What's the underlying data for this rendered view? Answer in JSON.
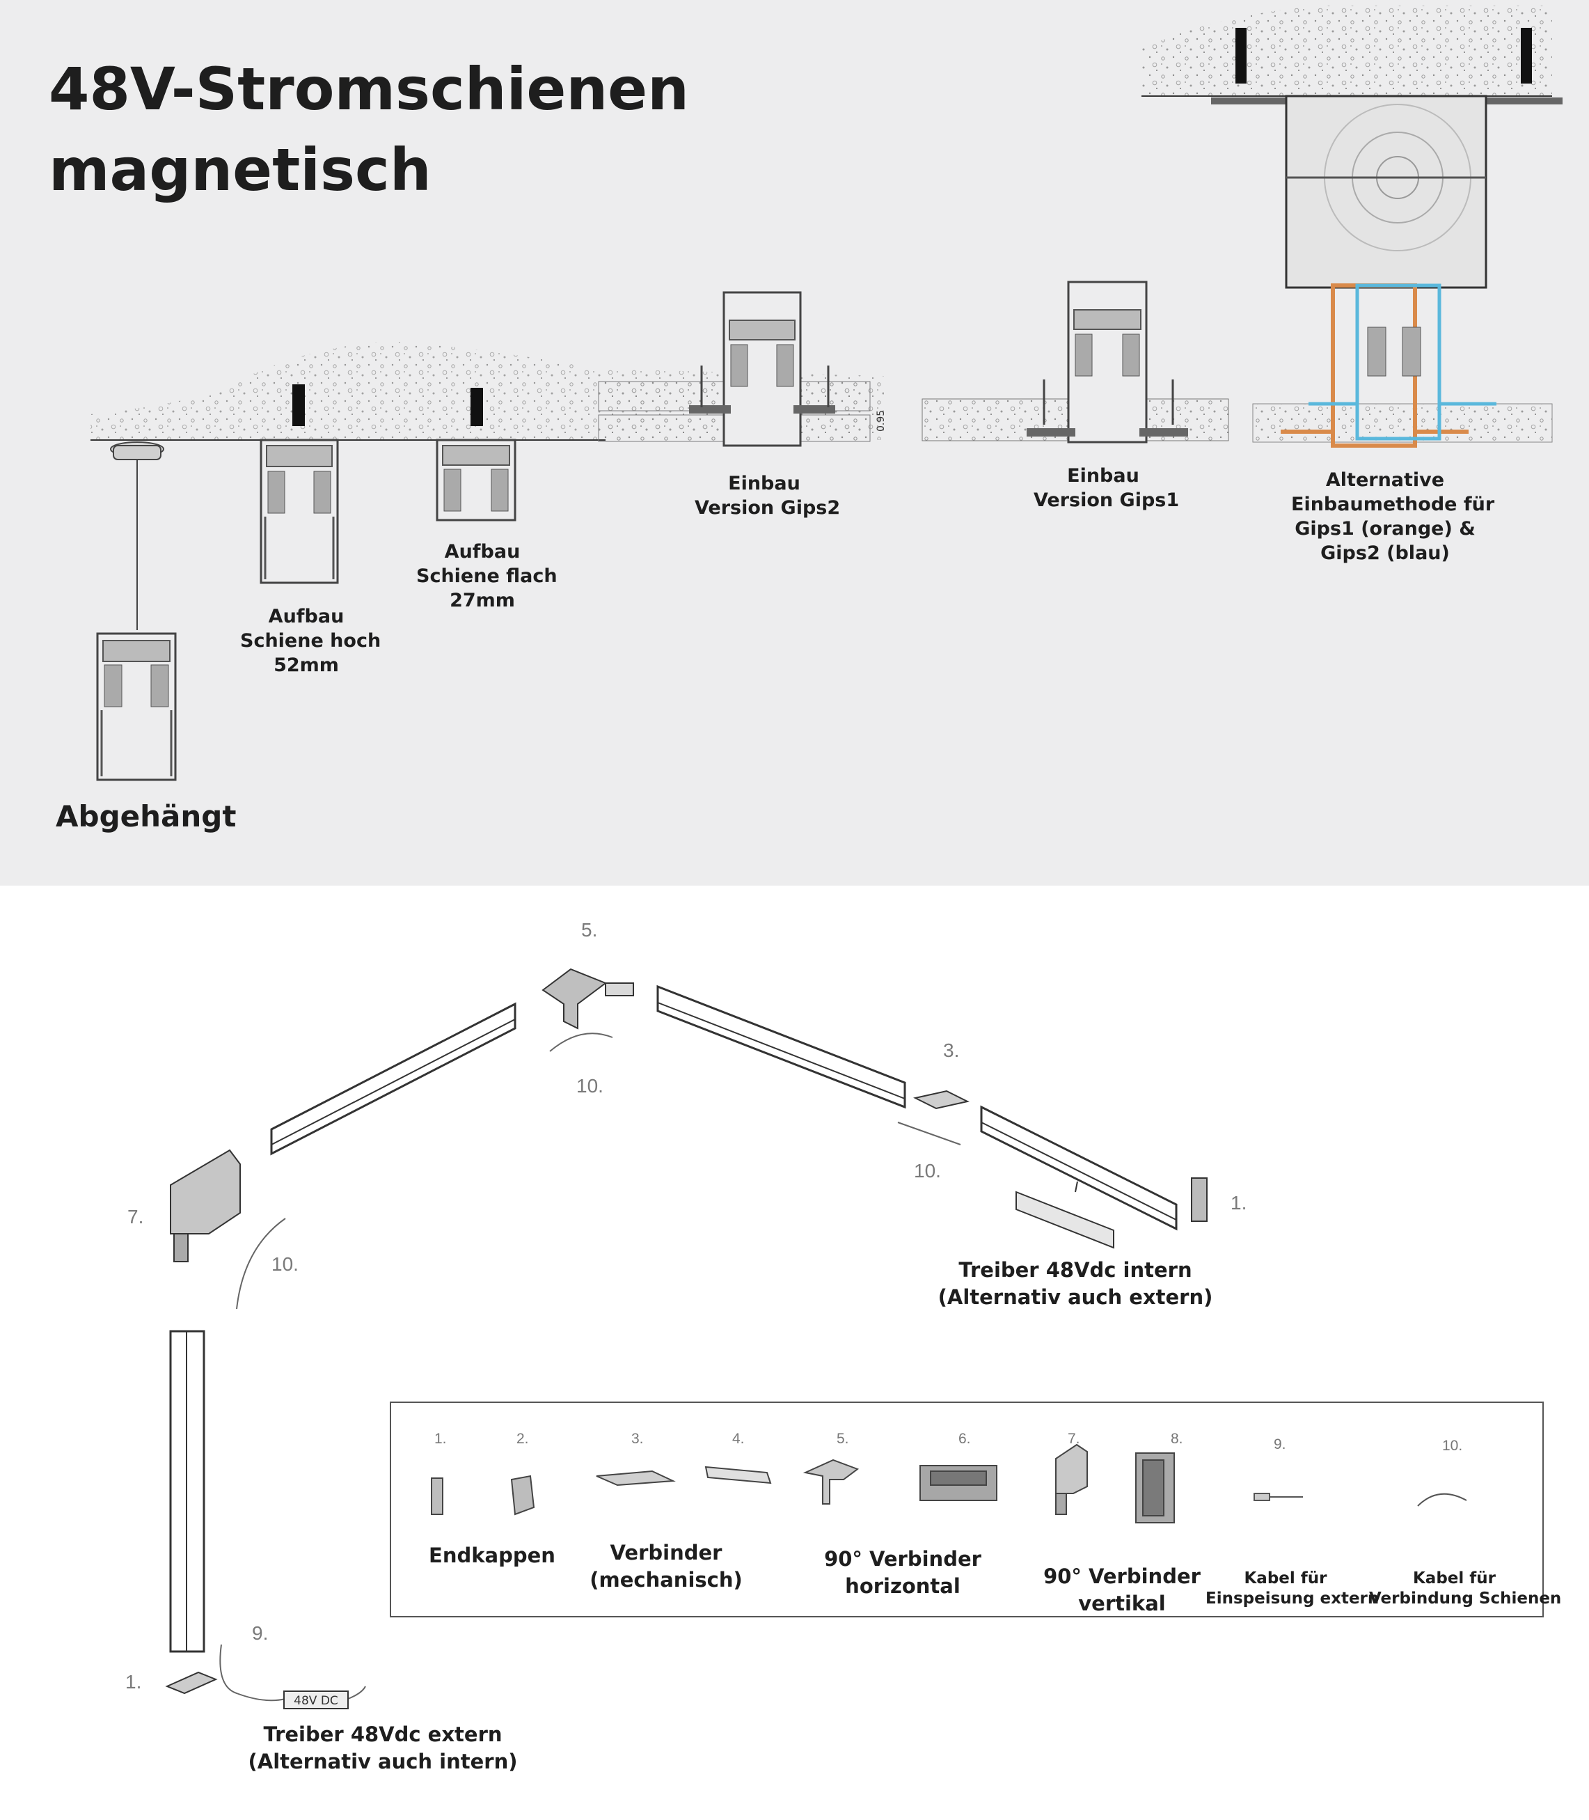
{
  "title": [
    "48V-Stromschienen",
    "magnetisch"
  ],
  "mounting": {
    "abgehaengt": "Abgehängt",
    "aufbau_hoch": [
      "Aufbau",
      "Schiene hoch",
      "52mm"
    ],
    "aufbau_flach": [
      "Aufbau",
      "Schiene flach",
      "27mm"
    ],
    "einbau_gips2": [
      "Einbau",
      "Version Gips2"
    ],
    "einbau_gips1": [
      "Einbau",
      "Version Gips1"
    ],
    "alternative": [
      "Alternative",
      "Einbaumethode für",
      "Gips1 (orange) &",
      "Gips2 (blau)"
    ],
    "dimension": "0.95"
  },
  "colors": {
    "panel": "#ededee",
    "orange_profile": "#d98a4a",
    "blue_profile": "#5ab8dc"
  },
  "assembly": {
    "numbers": {
      "n5": "5.",
      "n10a": "10.",
      "n3": "3.",
      "n10b": "10.",
      "n1a": "1.",
      "n7": "7.",
      "n10c": "10.",
      "n9": "9.",
      "n1b": "1."
    },
    "treiber_intern": [
      "Treiber 48Vdc intern",
      "(Alternativ auch extern)"
    ],
    "treiber_extern": [
      "Treiber 48Vdc extern",
      "(Alternativ auch intern)"
    ],
    "driver_box": "48V DC"
  },
  "legend": {
    "numbers": [
      "1.",
      "2.",
      "3.",
      "4.",
      "5.",
      "6.",
      "7.",
      "8.",
      "9.",
      "10."
    ],
    "endkappen": "Endkappen",
    "verbinder_mech": [
      "Verbinder",
      "(mechanisch)"
    ],
    "verbinder_h": [
      "90° Verbinder",
      "horizontal"
    ],
    "verbinder_v": [
      "90° Verbinder",
      "vertikal"
    ],
    "kabel_extern": [
      "Kabel für",
      "Einspeisung extern"
    ],
    "kabel_schienen": [
      "Kabel für",
      "Verbindung Schienen"
    ]
  }
}
